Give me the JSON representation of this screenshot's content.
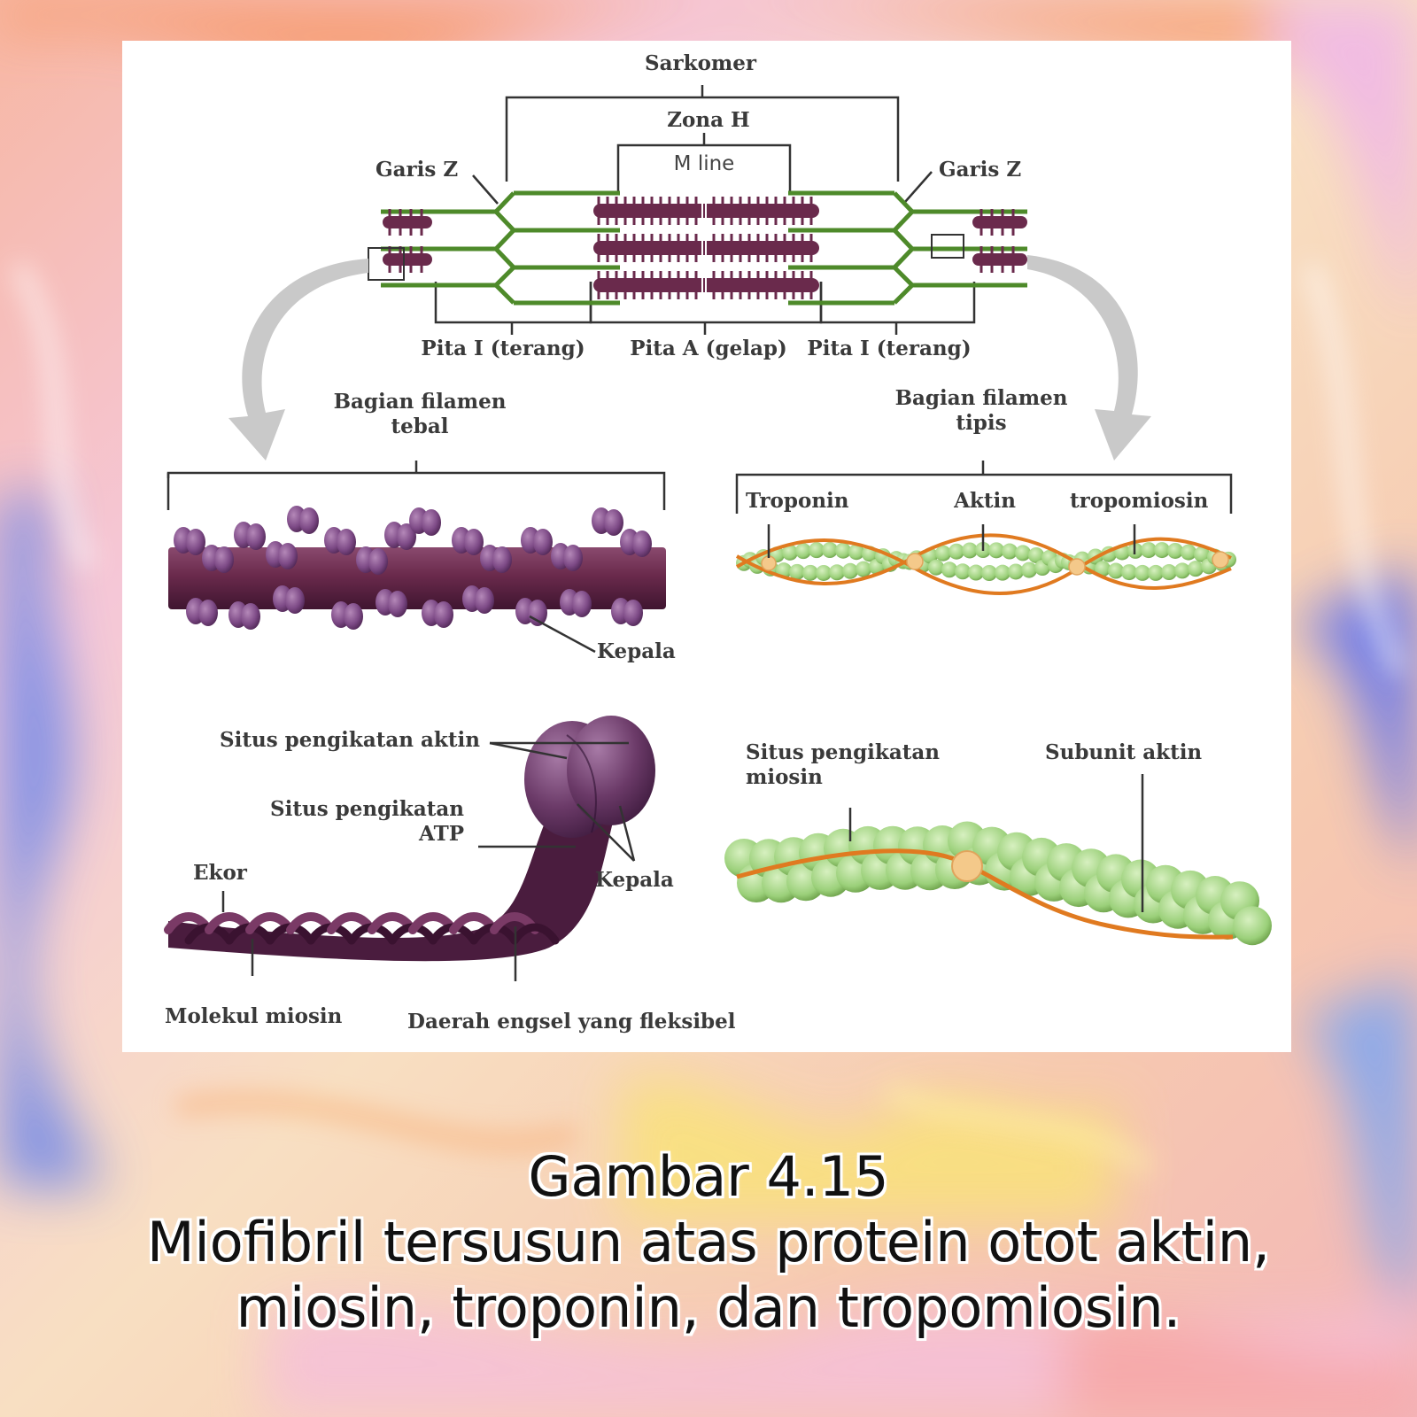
{
  "labels": {
    "sarkomer": "Sarkomer",
    "zona_h": "Zona H",
    "m_line": "M line",
    "garis_z_left": "Garis Z",
    "garis_z_right": "Garis Z",
    "pita_i_left": "Pita I (terang)",
    "pita_a": "Pita A (gelap)",
    "pita_i_right": "Pita I (terang)",
    "thick_section_1": "Bagian filamen",
    "thick_section_2": "tebal",
    "thin_section_1": "Bagian filamen",
    "thin_section_2": "tipis",
    "troponin": "Troponin",
    "aktin": "Aktin",
    "tropomiosin": "tropomiosin",
    "kepala_top": "Kepala",
    "situs_aktin": "Situs pengikatan aktin",
    "situs_atp_1": "Situs pengikatan",
    "situs_atp_2": "ATP",
    "ekor": "Ekor",
    "kepala_bottom": "Kepala",
    "molekul_miosin": "Molekul miosin",
    "daerah_engsel": "Daerah engsel yang fleksibel",
    "situs_miosin_1": "Situs pengikatan",
    "situs_miosin_2": "miosin",
    "subunit_aktin": "Subunit aktin"
  },
  "caption": {
    "title": "Gambar 4.15",
    "line1": "Miofibril tersusun atas protein otot aktin,",
    "line2": "miosin, troponin, dan tropomiosin."
  },
  "colors": {
    "myosin": "#6a2a4c",
    "myosin_head": "#7d4a86",
    "actin": "#9bd07a",
    "actin_dark": "#6a9e47",
    "tropomyosin": "#e07a20",
    "z_line": "#4e8a2a",
    "troponin": "#f4c98a"
  }
}
